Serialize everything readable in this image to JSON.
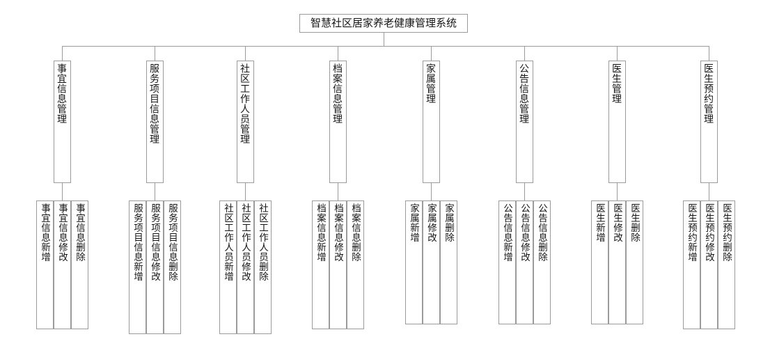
{
  "diagram": {
    "type": "tree",
    "title": "智慧社区居家养老健康管理系统",
    "root": {
      "label": "智慧社区居家养老健康管理系统"
    },
    "branches": [
      {
        "label": "事宜信息管理",
        "children": [
          "事宜信息新增",
          "事宜信息修改",
          "事宜信息删除"
        ]
      },
      {
        "label": "服务项目信息管理",
        "children": [
          "服务项目信息新增",
          "服务项目信息修改",
          "服务项目信息删除"
        ]
      },
      {
        "label": "社区工作人员管理",
        "children": [
          "社区工作人员新增",
          "社区工作人员修改",
          "社区工作人员删除"
        ]
      },
      {
        "label": "档案信息管理",
        "children": [
          "档案信息新增",
          "档案信息修改",
          "档案信息删除"
        ]
      },
      {
        "label": "家属管理",
        "children": [
          "家属新增",
          "家属修改",
          "家属删除"
        ]
      },
      {
        "label": "公告信息管理",
        "children": [
          "公告信息新增",
          "公告信息修改",
          "公告信息删除"
        ]
      },
      {
        "label": "医生管理",
        "children": [
          "医生新增",
          "医生修改",
          "医生删除"
        ]
      },
      {
        "label": "医生预约管理",
        "children": [
          "医生预约新增",
          "医生预约修改",
          "医生预约删除"
        ]
      }
    ],
    "colors": {
      "border": "#9b9b9b",
      "line": "#9b9b9b",
      "text": "#151515",
      "background": "#ffffff"
    }
  }
}
